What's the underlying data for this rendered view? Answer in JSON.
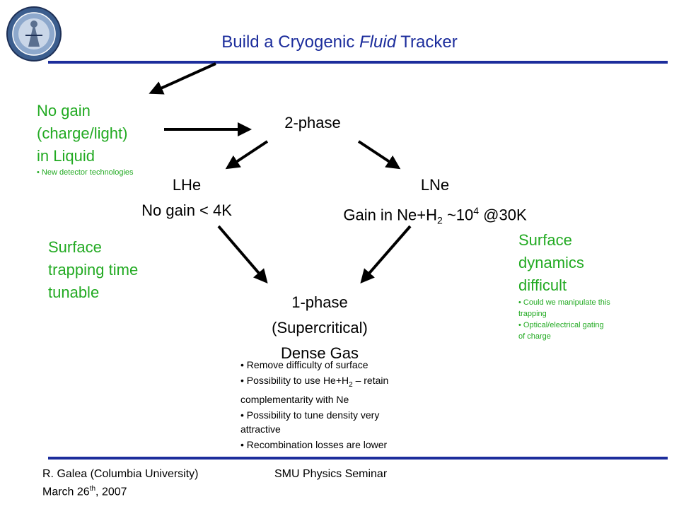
{
  "title": {
    "prefix": "Build a Cryogenic ",
    "italic": "Fluid",
    "suffix": " Tracker"
  },
  "nogain": {
    "lines": [
      "No gain",
      "(charge/light)",
      "in Liquid"
    ],
    "bullet": "• New detector technologies"
  },
  "twophase": "2-phase",
  "lhe": {
    "line1": "LHe",
    "line2": "No gain < 4K"
  },
  "lne": {
    "line1": "LNe",
    "line2_pre": "Gain in Ne+H",
    "line2_sub": "2",
    "line2_mid": " ~10",
    "line2_sup": "4",
    "line2_post": " @30K"
  },
  "surface_left": {
    "lines": [
      "Surface",
      "trapping time",
      "tunable"
    ]
  },
  "surface_right": {
    "lines": [
      "Surface",
      "dynamics",
      "difficult"
    ],
    "bullets": [
      "• Could we manipulate this",
      "trapping",
      "• Optical/electrical gating",
      "of charge"
    ]
  },
  "onephase": {
    "lines": [
      "1-phase",
      "(Supercritical)",
      "Dense Gas"
    ]
  },
  "bullets": {
    "b1": "• Remove difficulty of surface",
    "b2_pre": "• Possibility to use He+H",
    "b2_sub": "2",
    "b2_post": " – retain",
    "b2_line2": "complementarity with Ne",
    "b3": "• Possibility to tune density very",
    "b3_line2": "attractive",
    "b4": "• Recombination losses are lower"
  },
  "footer": {
    "author": "R. Galea (Columbia University)",
    "date_pre": "March 26",
    "date_sup": "th",
    "date_post": ", 2007",
    "seminar": "SMU Physics Seminar"
  },
  "colors": {
    "accent": "#1c2d9c",
    "green": "#22aa22"
  }
}
